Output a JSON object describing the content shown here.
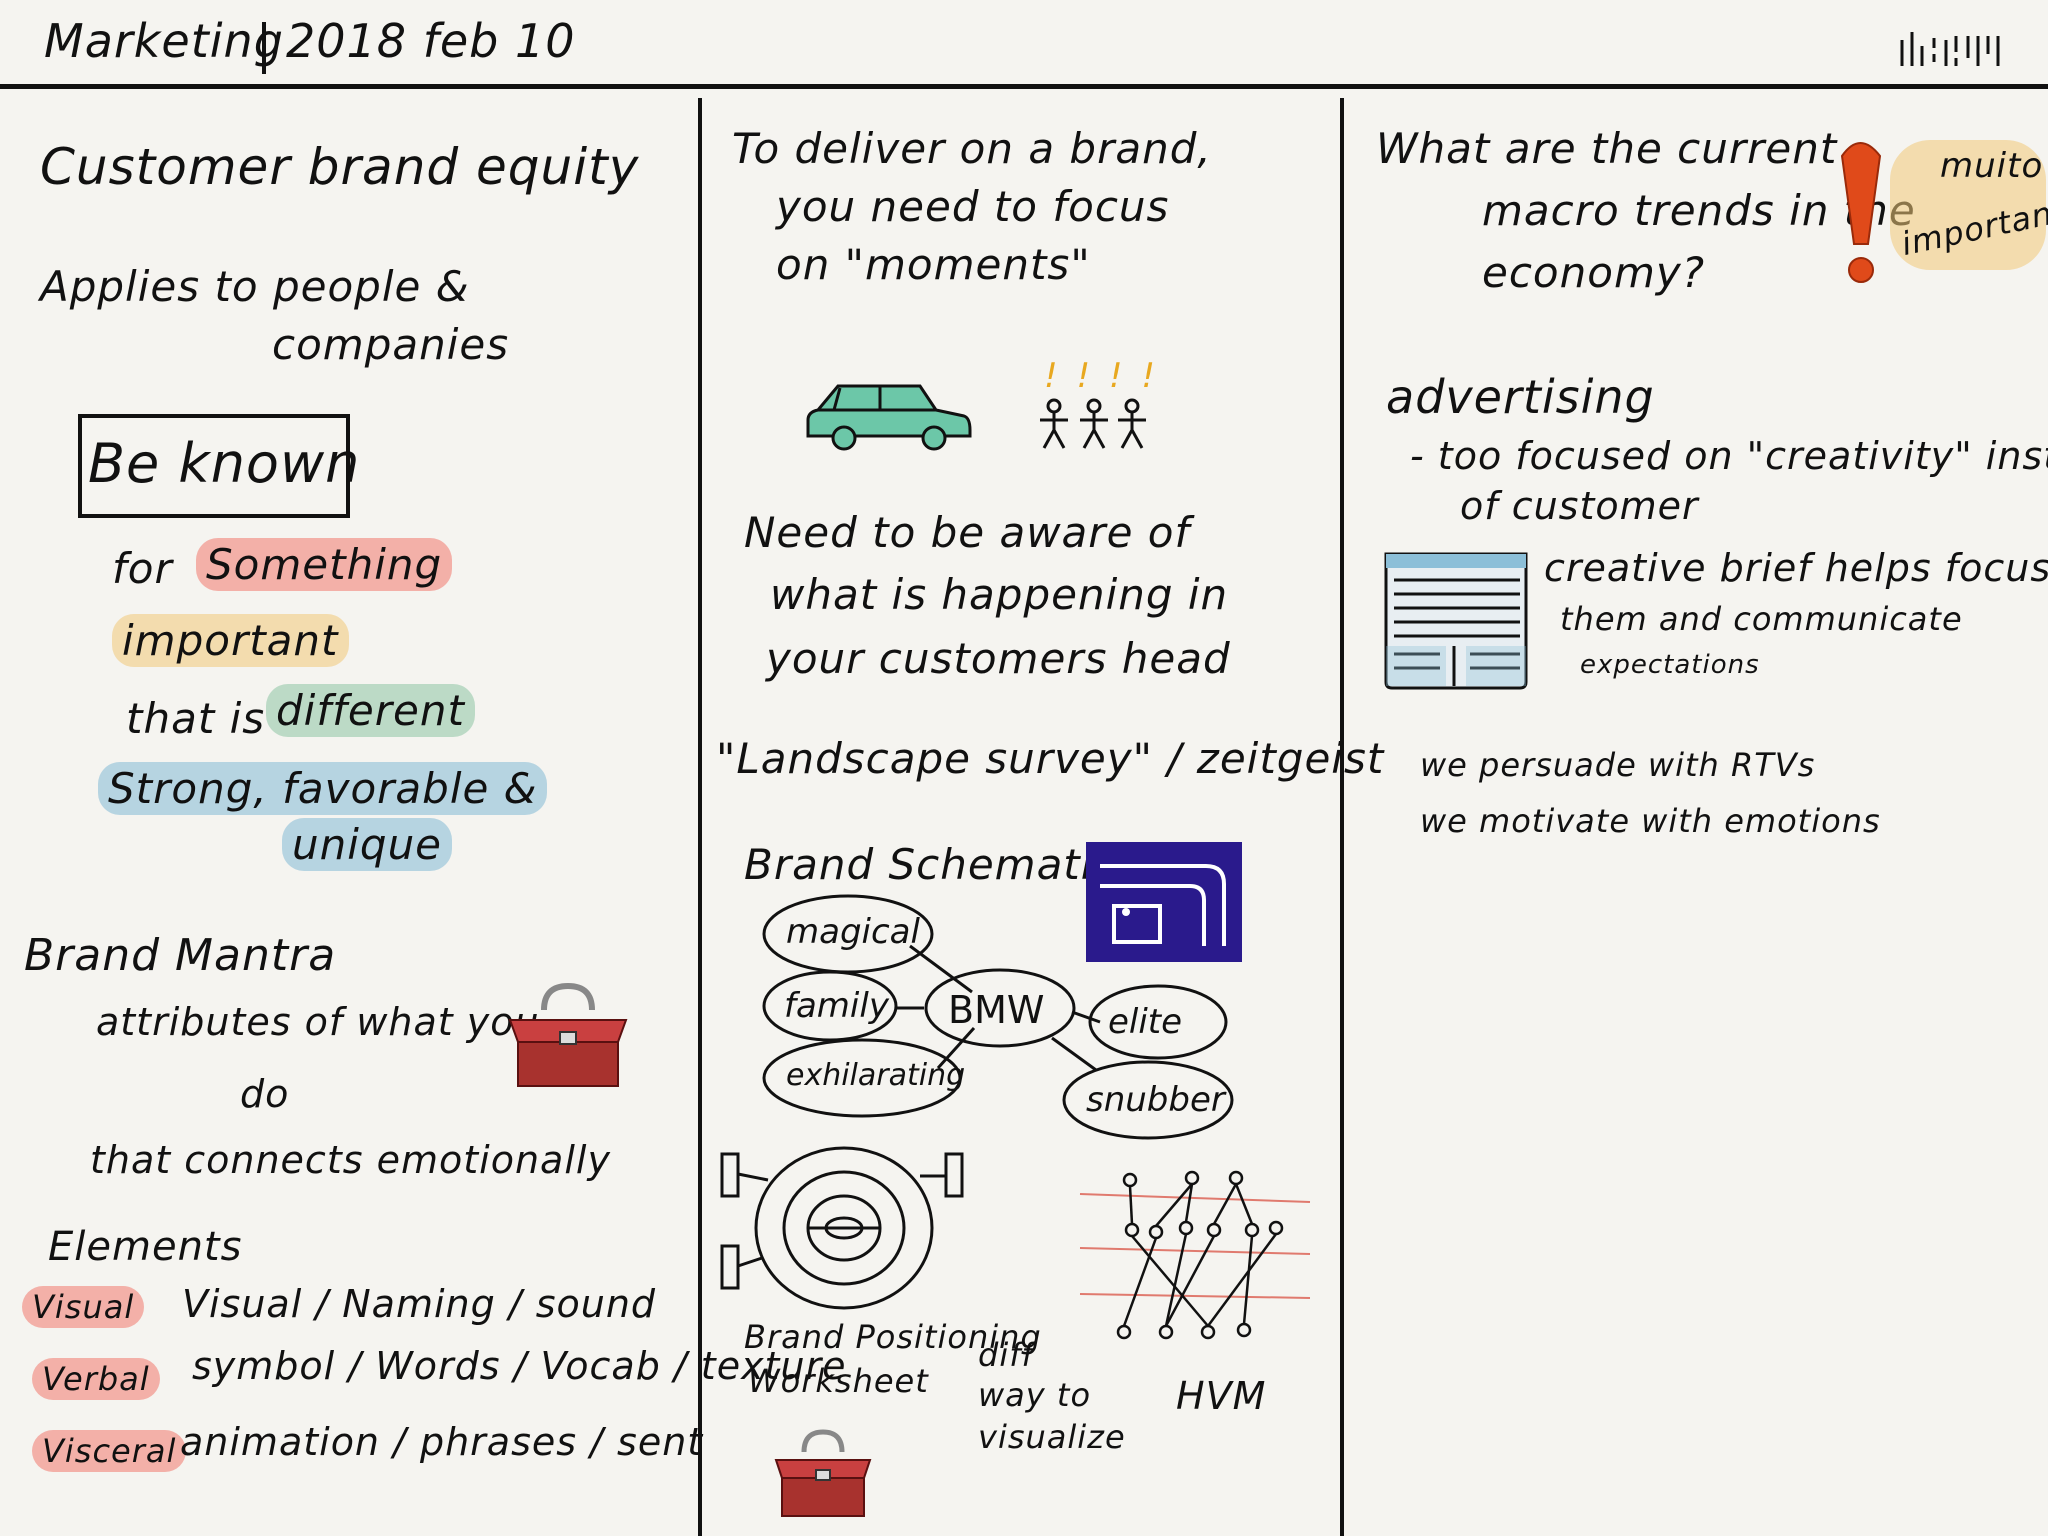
{
  "header": {
    "title": "Marketing",
    "date": "2018 feb 10"
  },
  "col1": {
    "customer_brand_equity": "Customer brand equity",
    "applies_to": "Applies to people &",
    "companies": "companies",
    "be_known": "Be known",
    "for": "for",
    "something": "Something",
    "important": "important",
    "that_is": "that is",
    "different": "different",
    "strong_favorable": "Strong, favorable &",
    "unique": "unique",
    "brand_mantra": "Brand Mantra",
    "attributes": "attributes of what you",
    "do": "do",
    "connects": "that connects emotionally",
    "elements": "Elements",
    "rows": [
      {
        "tag": "Visual",
        "text": "Visual / Naming / sound"
      },
      {
        "tag": "Verbal",
        "text": "symbol / Words / Vocab / texture"
      },
      {
        "tag": "Visceral",
        "text": "animation / phrases / sent"
      }
    ]
  },
  "col2": {
    "deliver1": "To deliver on a brand,",
    "deliver2": "you need to focus",
    "deliver3": "on \"moments\"",
    "exclaims": "! ! ! !",
    "aware1": "Need to be aware of",
    "aware2": "what is happening in",
    "aware3": "your customers head",
    "landscape": "\"Landscape survey\" / zeitgeist",
    "schematic": "Brand Schematic",
    "nodes": {
      "magical": "magical",
      "family": "family",
      "exhilarating": "exhilarating",
      "bmw": "BMW",
      "elite": "elite",
      "snubber": "snubber"
    },
    "positioning1": "Brand Positioning",
    "positioning2": "Worksheet",
    "diff1": "diff",
    "diff2": "way to",
    "diff3": "visualize",
    "hvm": "HVM"
  },
  "col3": {
    "q1": "What are the current",
    "q2": "macro trends in the",
    "q3": "economy?",
    "muito": "muito",
    "importante": "importante",
    "advertising": "advertising",
    "too_focused": "- too focused on \"creativity\" instead",
    "of_customer": "of customer",
    "brief1": "creative brief helps focus",
    "brief2": "them and communicate",
    "brief3": "expectations",
    "persuade": "we persuade with RTVs",
    "motivate": "we motivate with emotions"
  },
  "colors": {
    "red": "#e07a6e",
    "yellow": "#e8c27a",
    "green": "#8fc8a8",
    "blue": "#8cbfd8",
    "ink": "#111111",
    "toolbox": "#a8322e",
    "car": "#6cc7a8",
    "exclaim": "#e04a1a",
    "blueprint": "#2a1a8c"
  }
}
